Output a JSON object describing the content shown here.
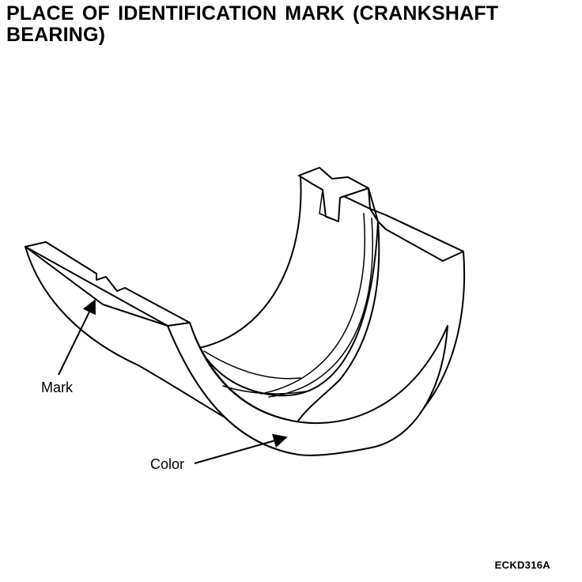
{
  "title": {
    "line1": "PLACE OF IDENTIFICATION MARK (CRANKSHAFT",
    "line2": "BEARING)"
  },
  "callouts": {
    "mark": "Mark",
    "color": "Color"
  },
  "figure_code": "ECKD316A",
  "colors": {
    "ink": "#000000",
    "paper": "#ffffff"
  }
}
